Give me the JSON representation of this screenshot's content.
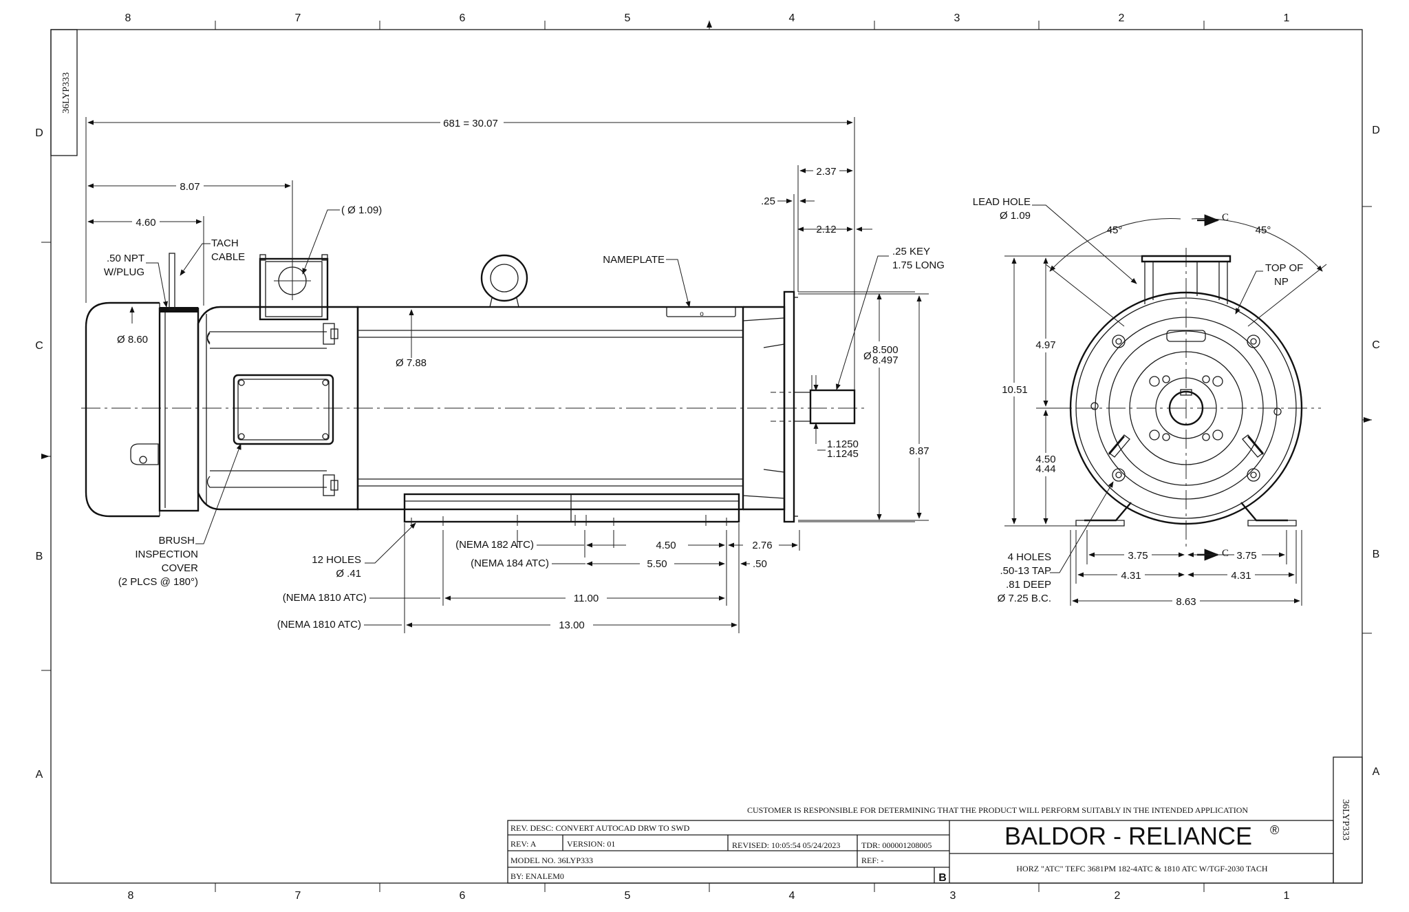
{
  "border": {
    "cols_top": [
      "8",
      "7",
      "6",
      "5",
      "4",
      "3",
      "2",
      "1"
    ],
    "cols_bottom": [
      "8",
      "7",
      "6",
      "5",
      "4",
      "3",
      "2",
      "1"
    ],
    "rows_left": [
      "D",
      "C",
      "B",
      "A"
    ],
    "rows_right": [
      "D",
      "C",
      "B",
      "A"
    ]
  },
  "drawing_number": "36LYP333",
  "side_view": {
    "overall_length": "681 = 30.07",
    "dim_8_07": "8.07",
    "dim_4_60": "4.60",
    "conduit_dia": "( Ø 1.09)",
    "tach_cable": [
      "TACH",
      "CABLE"
    ],
    "npt_plug": [
      ".50 NPT",
      "W/PLUG"
    ],
    "frame_dia": "Ø 8.60",
    "body_dia": "Ø 7.88",
    "nameplate": "NAMEPLATE",
    "dim_2_37": "2.37",
    "dim_25": ".25",
    "dim_2_12": "2.12",
    "key": [
      ".25 KEY",
      "1.75 LONG"
    ],
    "pilot_dia_symbol": "Ø",
    "pilot_dia": [
      "8.500",
      "8.497"
    ],
    "shaft_dia": [
      "1.1250",
      "1.1245"
    ],
    "dim_8_87": "8.87",
    "brush_cover": [
      "BRUSH",
      "INSPECTION",
      "COVER",
      "(2 PLCS @ 180°)"
    ],
    "holes_12": [
      "12 HOLES",
      "Ø .41"
    ],
    "nema_182": "(NEMA 182 ATC)",
    "nema_184": "(NEMA 184 ATC)",
    "nema_1810_a": "(NEMA 1810 ATC)",
    "nema_1810_b": "(NEMA 1810 ATC)",
    "dim_4_50": "4.50",
    "dim_2_76": "2.76",
    "dim_5_50": "5.50",
    "dim_50": ".50",
    "dim_11_00": "11.00",
    "dim_13_00": "13.00"
  },
  "end_view": {
    "lead_hole": [
      "LEAD HOLE",
      "Ø 1.09"
    ],
    "angle_left": "45°",
    "angle_right": "45°",
    "section_mark_top": "C",
    "section_mark_bottom": "C",
    "top_of_np": [
      "TOP OF",
      "NP"
    ],
    "dim_4_97": "4.97",
    "dim_10_51": "10.51",
    "dim_4_50": [
      "4.50",
      "4.44"
    ],
    "holes_4": [
      "4 HOLES",
      ".50-13 TAP",
      ".81 DEEP",
      "Ø 7.25 B.C."
    ],
    "dim_3_75_left": "3.75",
    "dim_3_75_right": "3.75",
    "dim_4_31_left": "4.31",
    "dim_4_31_right": "4.31",
    "dim_8_63": "8.63"
  },
  "title_block": {
    "disclaimer": "CUSTOMER IS RESPONSIBLE FOR DETERMINING THAT THE PRODUCT WILL PERFORM SUITABLY IN THE INTENDED APPLICATION",
    "rev_desc": "REV. DESC: CONVERT AUTOCAD DRW TO SWD",
    "rev": "REV:   A",
    "version": "VERSION:  01",
    "revised": "REVISED:  10:05:54 05/24/2023",
    "tdr": "TDR: 000001208005",
    "model_no": "MODEL NO.  36LYP333",
    "ref": "REF:  -",
    "by": "BY: ENALEM0",
    "size": "B",
    "company": "BALDOR - RELIANCE",
    "registered": "®",
    "description": "HORZ \"ATC\" TEFC 3681PM 182-4ATC & 1810 ATC W/TGF-2030 TACH"
  }
}
